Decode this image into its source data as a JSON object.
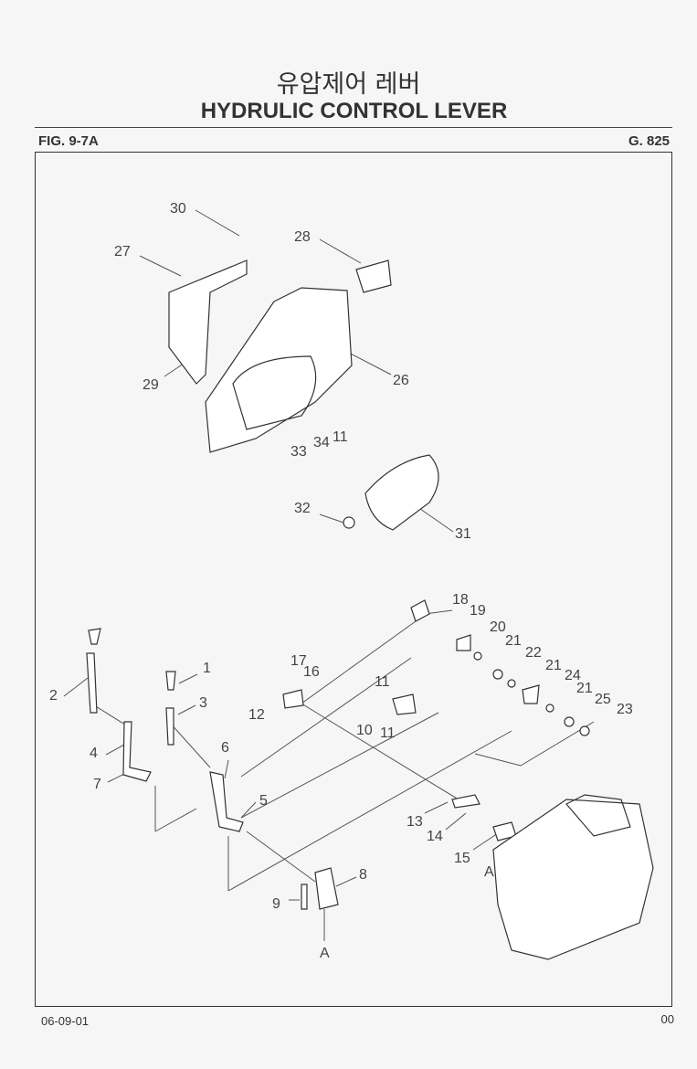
{
  "title_korean": "유압제어 레버",
  "title_english": "HYDRULIC CONTROL LEVER",
  "figure_number": "FIG. 9-7A",
  "group_number": "G. 825",
  "footer_date": "06-09-01",
  "footer_page": "00",
  "callouts": [
    "30",
    "27",
    "28",
    "29",
    "26",
    "34",
    "11",
    "33",
    "32",
    "31",
    "18",
    "19",
    "20",
    "21",
    "22",
    "21",
    "24",
    "21",
    "25",
    "23",
    "17",
    "16",
    "12",
    "11",
    "10",
    "11",
    "1",
    "3",
    "2",
    "4",
    "7",
    "6",
    "5",
    "8",
    "9",
    "A",
    "13",
    "14",
    "15",
    "A"
  ]
}
